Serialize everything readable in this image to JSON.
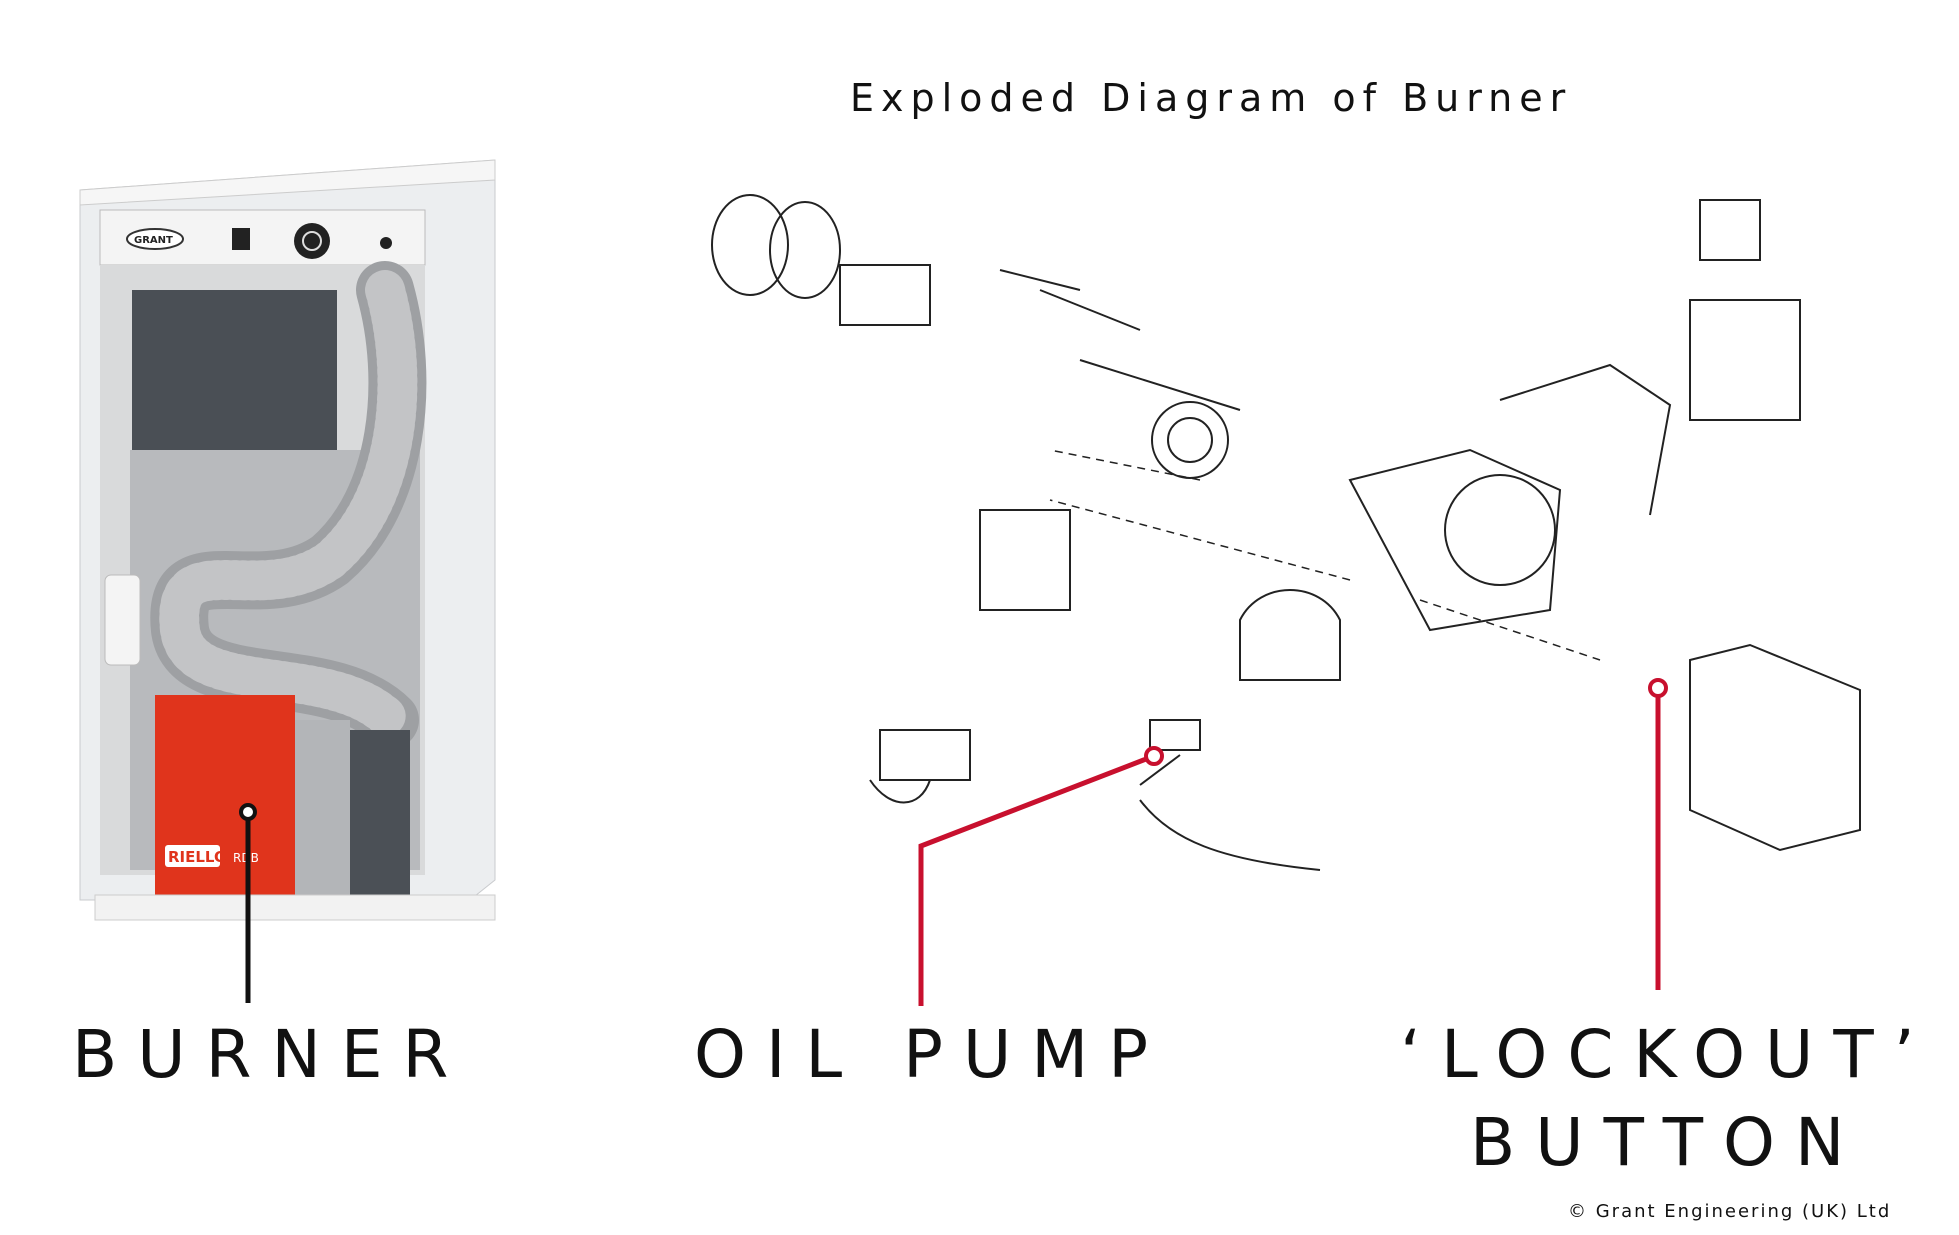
{
  "title": "Exploded Diagram of Burner",
  "labels": {
    "burner": "BURNER",
    "oil_pump": "OIL PUMP",
    "lockout_line1": "‘LOCKOUT’",
    "lockout_line2": "BUTTON"
  },
  "boiler_photo": {
    "brand_logo": "GRANT",
    "burner_brand": "RIELLO",
    "burner_model": "RDB"
  },
  "copyright": "© Grant Engineering  (UK) Ltd",
  "colors": {
    "callout_red": "#c8102e",
    "callout_black": "#111111",
    "burner_red": "#e0341c"
  }
}
